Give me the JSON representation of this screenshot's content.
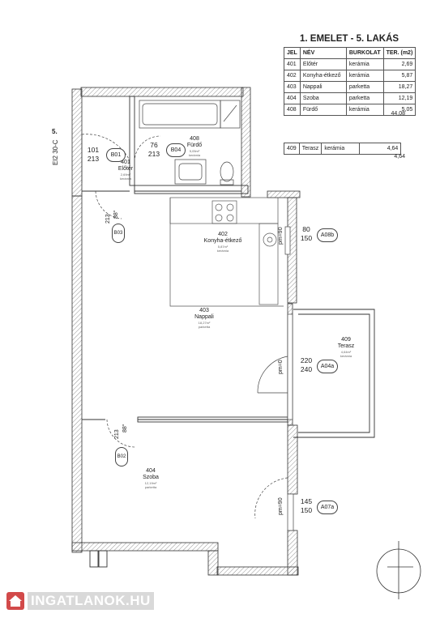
{
  "title": "1. EMELET - 5. LAKÁS",
  "legend": {
    "headers": [
      "JEL",
      "NÉV",
      "BURKOLAT",
      "TER. (m2)"
    ],
    "rows": [
      {
        "jel": "401",
        "nev": "Előtér",
        "burkolat": "kerámia",
        "ter": "2,69"
      },
      {
        "jel": "402",
        "nev": "Konyha-étkező",
        "burkolat": "kerámia",
        "ter": "5,87"
      },
      {
        "jel": "403",
        "nev": "Nappali",
        "burkolat": "parketta",
        "ter": "18,27"
      },
      {
        "jel": "404",
        "nev": "Szoba",
        "burkolat": "parketta",
        "ter": "12,19"
      },
      {
        "jel": "408",
        "nev": "Fürdő",
        "burkolat": "kerámia",
        "ter": "5,05"
      }
    ],
    "total": "44,08"
  },
  "terrace_table": {
    "row": {
      "jel": "409",
      "nev": "Terasz",
      "burkolat": "kerámia",
      "ter": "4,64"
    },
    "total": "4,64"
  },
  "rooms": {
    "r401": {
      "num": "401",
      "name": "Előtér",
      "area": "2,69m²",
      "floor": "kerámia"
    },
    "r402": {
      "num": "402",
      "name": "Konyha-étkező",
      "area": "5,87m²",
      "floor": "kerámia"
    },
    "r403": {
      "num": "403",
      "name": "Nappali",
      "area": "18,27m²",
      "floor": "parketta"
    },
    "r404": {
      "num": "404",
      "name": "Szoba",
      "area": "12,19m²",
      "floor": "parketta"
    },
    "r408": {
      "num": "408",
      "name": "Fürdő",
      "area": "5,05m²",
      "floor": "kerámia"
    },
    "r409": {
      "num": "409",
      "name": "Terasz",
      "area": "4,64m²",
      "floor": "kerámia"
    }
  },
  "doors": {
    "b01": {
      "w": "101",
      "h": "213",
      "tag": "B01"
    },
    "b04": {
      "w": "76",
      "h": "213",
      "tag": "B04"
    },
    "b03": {
      "w": "88°",
      "h": "213",
      "tag": "B03"
    },
    "b02": {
      "w": "88°",
      "h": "213",
      "tag": "B02"
    }
  },
  "windows": {
    "a08b": {
      "w": "80",
      "h": "150",
      "tag": "A08b",
      "sill": "pm=90"
    },
    "a04a": {
      "w": "220",
      "h": "240",
      "tag": "A04a",
      "sill": "pm=0"
    },
    "a07a": {
      "w": "145",
      "h": "150",
      "tag": "A07a",
      "sill": "pm=90"
    }
  },
  "entrance": {
    "num": "5.",
    "code": "EI2 30-C"
  },
  "watermark": "INGATLANOK.HU"
}
